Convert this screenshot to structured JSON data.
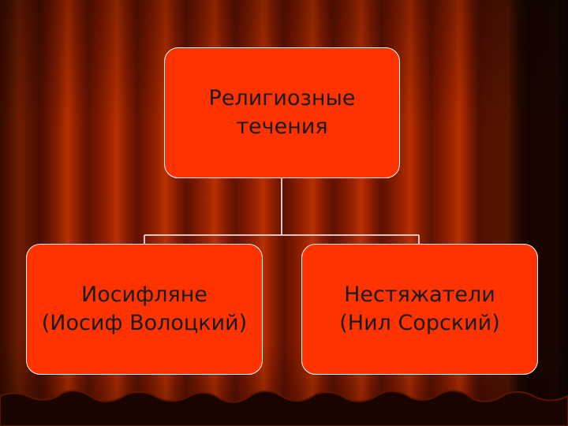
{
  "diagram": {
    "root": {
      "line1": "Религиозные",
      "line2": "течения"
    },
    "children": [
      {
        "line1": "Иосифляне",
        "line2": "(Иосиф Волоцкий)"
      },
      {
        "line1": "Нестяжатели",
        "line2": "(Нил Сорский)"
      }
    ],
    "colors": {
      "box_fill": "#ff3300",
      "box_border": "#ffffff",
      "connector": "#ffffff",
      "text": "#1a1a1a",
      "curtain": "#9a2400"
    }
  }
}
